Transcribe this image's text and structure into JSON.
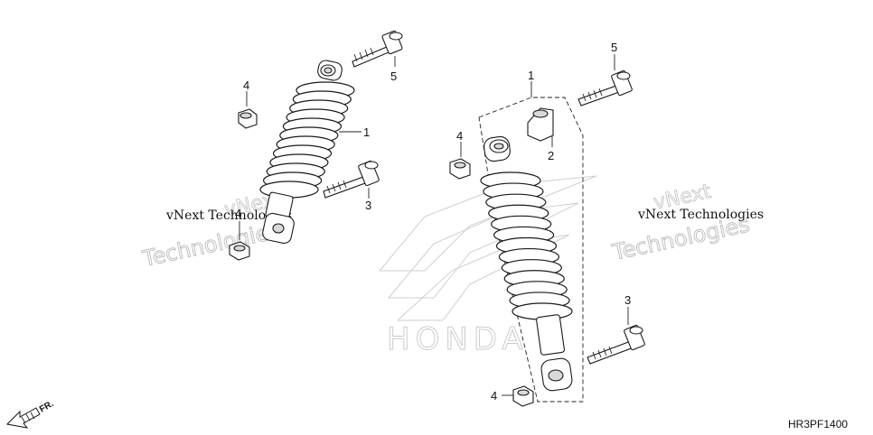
{
  "diagram": {
    "callouts": [
      {
        "id": "c5-left",
        "label": "5"
      },
      {
        "id": "c4-left-top",
        "label": "4"
      },
      {
        "id": "c1-left",
        "label": "1"
      },
      {
        "id": "c3-left",
        "label": "3"
      },
      {
        "id": "c4-left-bottom",
        "label": "4"
      },
      {
        "id": "c1-right",
        "label": "1"
      },
      {
        "id": "c5-right",
        "label": "5"
      },
      {
        "id": "c4-right-top",
        "label": "4"
      },
      {
        "id": "c2-right",
        "label": "2"
      },
      {
        "id": "c3-right",
        "label": "3"
      },
      {
        "id": "c4-right-bottom",
        "label": "4"
      }
    ],
    "watermark": {
      "line1": "vNext Technologies",
      "line2": "vNext",
      "line3": "Technologies"
    },
    "logo_text": "HONDA",
    "direction_label": "FR.",
    "diagram_code": "HR3PF1400"
  }
}
